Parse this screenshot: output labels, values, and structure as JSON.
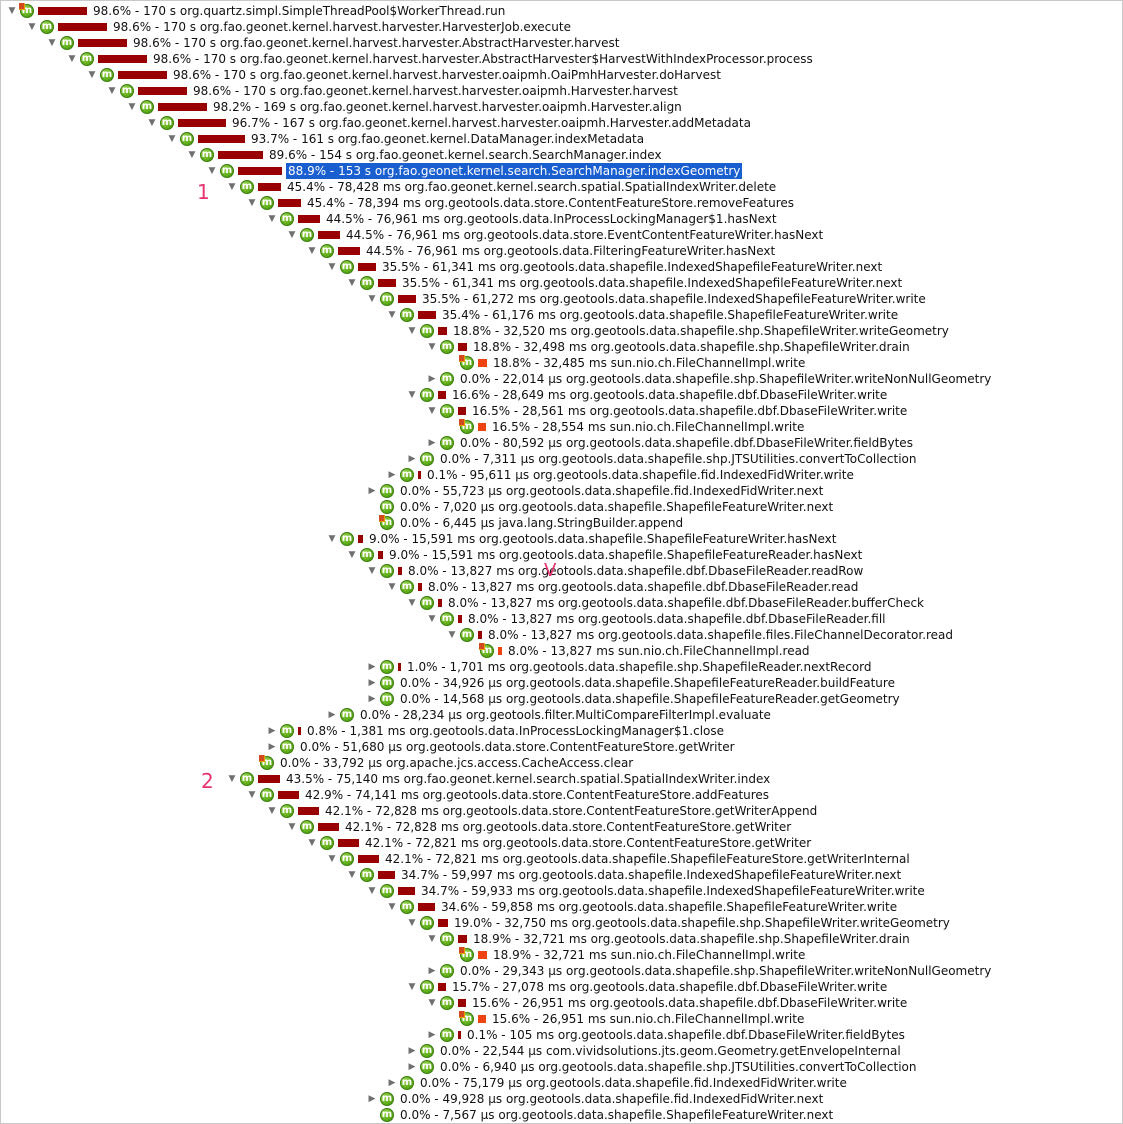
{
  "annotations": {
    "one": "1",
    "two": "2",
    "check": "V"
  },
  "icon": {
    "letter": "m",
    "name": "method-icon"
  },
  "colors": {
    "bar": "#990000",
    "leaf_bar": "#ee4411",
    "selection": "#1a5fd0",
    "annotation": "#e8336f"
  },
  "rows": [
    {
      "depth": 0,
      "toggle": "down",
      "pct": 98.6,
      "label": "98.6% - 170 s org.quartz.simpl.SimpleThreadPool$WorkerThread.run",
      "leaf": true
    },
    {
      "depth": 1,
      "toggle": "down",
      "pct": 98.6,
      "label": "98.6% - 170 s org.fao.geonet.kernel.harvest.harvester.HarvesterJob.execute"
    },
    {
      "depth": 2,
      "toggle": "down",
      "pct": 98.6,
      "label": "98.6% - 170 s org.fao.geonet.kernel.harvest.harvester.AbstractHarvester.harvest"
    },
    {
      "depth": 3,
      "toggle": "down",
      "pct": 98.6,
      "label": "98.6% - 170 s org.fao.geonet.kernel.harvest.harvester.AbstractHarvester$HarvestWithIndexProcessor.process"
    },
    {
      "depth": 4,
      "toggle": "down",
      "pct": 98.6,
      "label": "98.6% - 170 s org.fao.geonet.kernel.harvest.harvester.oaipmh.OaiPmhHarvester.doHarvest"
    },
    {
      "depth": 5,
      "toggle": "down",
      "pct": 98.6,
      "label": "98.6% - 170 s org.fao.geonet.kernel.harvest.harvester.oaipmh.Harvester.harvest"
    },
    {
      "depth": 6,
      "toggle": "down",
      "pct": 98.2,
      "label": "98.2% - 169 s org.fao.geonet.kernel.harvest.harvester.oaipmh.Harvester.align"
    },
    {
      "depth": 7,
      "toggle": "down",
      "pct": 96.7,
      "label": "96.7% - 167 s org.fao.geonet.kernel.harvest.harvester.oaipmh.Harvester.addMetadata"
    },
    {
      "depth": 8,
      "toggle": "down",
      "pct": 93.7,
      "label": "93.7% - 161 s org.fao.geonet.kernel.DataManager.indexMetadata"
    },
    {
      "depth": 9,
      "toggle": "down",
      "pct": 89.6,
      "label": "89.6% - 154 s org.fao.geonet.kernel.search.SearchManager.index"
    },
    {
      "depth": 10,
      "toggle": "down",
      "pct": 88.9,
      "label": "88.9% - 153 s org.fao.geonet.kernel.search.SearchManager.indexGeometry",
      "selected": true
    },
    {
      "depth": 11,
      "toggle": "down",
      "pct": 45.4,
      "label": "45.4% - 78,428 ms org.fao.geonet.kernel.search.spatial.SpatialIndexWriter.delete"
    },
    {
      "depth": 12,
      "toggle": "down",
      "pct": 45.4,
      "label": "45.4% - 78,394 ms org.geotools.data.store.ContentFeatureStore.removeFeatures"
    },
    {
      "depth": 13,
      "toggle": "down",
      "pct": 44.5,
      "label": "44.5% - 76,961 ms org.geotools.data.InProcessLockingManager$1.hasNext"
    },
    {
      "depth": 14,
      "toggle": "down",
      "pct": 44.5,
      "label": "44.5% - 76,961 ms org.geotools.data.store.EventContentFeatureWriter.hasNext"
    },
    {
      "depth": 15,
      "toggle": "down",
      "pct": 44.5,
      "label": "44.5% - 76,961 ms org.geotools.data.FilteringFeatureWriter.hasNext"
    },
    {
      "depth": 16,
      "toggle": "down",
      "pct": 35.5,
      "label": "35.5% - 61,341 ms org.geotools.data.shapefile.IndexedShapefileFeatureWriter.next"
    },
    {
      "depth": 17,
      "toggle": "down",
      "pct": 35.5,
      "label": "35.5% - 61,341 ms org.geotools.data.shapefile.IndexedShapefileFeatureWriter.next"
    },
    {
      "depth": 18,
      "toggle": "down",
      "pct": 35.5,
      "label": "35.5% - 61,272 ms org.geotools.data.shapefile.IndexedShapefileFeatureWriter.write"
    },
    {
      "depth": 19,
      "toggle": "down",
      "pct": 35.4,
      "label": "35.4% - 61,176 ms org.geotools.data.shapefile.ShapefileFeatureWriter.write"
    },
    {
      "depth": 20,
      "toggle": "down",
      "pct": 18.8,
      "label": "18.8% - 32,520 ms org.geotools.data.shapefile.shp.ShapefileWriter.writeGeometry"
    },
    {
      "depth": 21,
      "toggle": "down",
      "pct": 18.8,
      "label": "18.8% - 32,498 ms org.geotools.data.shapefile.shp.ShapefileWriter.drain"
    },
    {
      "depth": 22,
      "toggle": "none",
      "pct": 18.8,
      "label": "18.8% - 32,485 ms sun.nio.ch.FileChannelImpl.write",
      "leaf": true
    },
    {
      "depth": 21,
      "toggle": "right",
      "pct": 0,
      "label": "0.0% - 22,014 µs org.geotools.data.shapefile.shp.ShapefileWriter.writeNonNullGeometry"
    },
    {
      "depth": 20,
      "toggle": "down",
      "pct": 16.6,
      "label": "16.6% - 28,649 ms org.geotools.data.shapefile.dbf.DbaseFileWriter.write"
    },
    {
      "depth": 21,
      "toggle": "down",
      "pct": 16.5,
      "label": "16.5% - 28,561 ms org.geotools.data.shapefile.dbf.DbaseFileWriter.write"
    },
    {
      "depth": 22,
      "toggle": "none",
      "pct": 16.5,
      "label": "16.5% - 28,554 ms sun.nio.ch.FileChannelImpl.write",
      "leaf": true
    },
    {
      "depth": 21,
      "toggle": "right",
      "pct": 0,
      "label": "0.0% - 80,592 µs org.geotools.data.shapefile.dbf.DbaseFileWriter.fieldBytes"
    },
    {
      "depth": 20,
      "toggle": "right",
      "pct": 0,
      "label": "0.0% - 7,311 µs org.geotools.data.shapefile.shp.JTSUtilities.convertToCollection"
    },
    {
      "depth": 19,
      "toggle": "right",
      "pct": 0.1,
      "label": "0.1% - 95,611 µs org.geotools.data.shapefile.fid.IndexedFidWriter.write"
    },
    {
      "depth": 18,
      "toggle": "right",
      "pct": 0,
      "label": "0.0% - 55,723 µs org.geotools.data.shapefile.fid.IndexedFidWriter.next"
    },
    {
      "depth": 18,
      "toggle": "none",
      "pct": 0,
      "label": "0.0% - 7,020 µs org.geotools.data.shapefile.ShapefileFeatureWriter.next"
    },
    {
      "depth": 18,
      "toggle": "none",
      "pct": 0,
      "label": "0.0% - 6,445 µs java.lang.StringBuilder.append",
      "leaf": true
    },
    {
      "depth": 16,
      "toggle": "down",
      "pct": 9.0,
      "label": "9.0% - 15,591 ms org.geotools.data.shapefile.ShapefileFeatureWriter.hasNext"
    },
    {
      "depth": 17,
      "toggle": "down",
      "pct": 9.0,
      "label": "9.0% - 15,591 ms org.geotools.data.shapefile.ShapefileFeatureReader.hasNext"
    },
    {
      "depth": 18,
      "toggle": "down",
      "pct": 8.0,
      "label": "8.0% - 13,827 ms org.geotools.data.shapefile.dbf.DbaseFileReader.readRow"
    },
    {
      "depth": 19,
      "toggle": "down",
      "pct": 8.0,
      "label": "8.0% - 13,827 ms org.geotools.data.shapefile.dbf.DbaseFileReader.read"
    },
    {
      "depth": 20,
      "toggle": "down",
      "pct": 8.0,
      "label": "8.0% - 13,827 ms org.geotools.data.shapefile.dbf.DbaseFileReader.bufferCheck"
    },
    {
      "depth": 21,
      "toggle": "down",
      "pct": 8.0,
      "label": "8.0% - 13,827 ms org.geotools.data.shapefile.dbf.DbaseFileReader.fill"
    },
    {
      "depth": 22,
      "toggle": "down",
      "pct": 8.0,
      "label": "8.0% - 13,827 ms org.geotools.data.shapefile.files.FileChannelDecorator.read"
    },
    {
      "depth": 23,
      "toggle": "none",
      "pct": 8.0,
      "label": "8.0% - 13,827 ms sun.nio.ch.FileChannelImpl.read",
      "leaf": true
    },
    {
      "depth": 18,
      "toggle": "right",
      "pct": 1.0,
      "label": "1.0% - 1,701 ms org.geotools.data.shapefile.shp.ShapefileReader.nextRecord"
    },
    {
      "depth": 18,
      "toggle": "right",
      "pct": 0,
      "label": "0.0% - 34,926 µs org.geotools.data.shapefile.ShapefileFeatureReader.buildFeature"
    },
    {
      "depth": 18,
      "toggle": "right",
      "pct": 0,
      "label": "0.0% - 14,568 µs org.geotools.data.shapefile.ShapefileFeatureReader.getGeometry"
    },
    {
      "depth": 16,
      "toggle": "right",
      "pct": 0,
      "label": "0.0% - 28,234 µs org.geotools.filter.MultiCompareFilterImpl.evaluate"
    },
    {
      "depth": 13,
      "toggle": "right",
      "pct": 0.8,
      "label": "0.8% - 1,381 ms org.geotools.data.InProcessLockingManager$1.close"
    },
    {
      "depth": 13,
      "toggle": "right",
      "pct": 0,
      "label": "0.0% - 51,680 µs org.geotools.data.store.ContentFeatureStore.getWriter"
    },
    {
      "depth": 12,
      "toggle": "none",
      "pct": 0,
      "label": "0.0% - 33,792 µs org.apache.jcs.access.CacheAccess.clear",
      "leaf": true
    },
    {
      "depth": 11,
      "toggle": "down",
      "pct": 43.5,
      "label": "43.5% - 75,140 ms org.fao.geonet.kernel.search.spatial.SpatialIndexWriter.index"
    },
    {
      "depth": 12,
      "toggle": "down",
      "pct": 42.9,
      "label": "42.9% - 74,141 ms org.geotools.data.store.ContentFeatureStore.addFeatures"
    },
    {
      "depth": 13,
      "toggle": "down",
      "pct": 42.1,
      "label": "42.1% - 72,828 ms org.geotools.data.store.ContentFeatureStore.getWriterAppend"
    },
    {
      "depth": 14,
      "toggle": "down",
      "pct": 42.1,
      "label": "42.1% - 72,828 ms org.geotools.data.store.ContentFeatureStore.getWriter"
    },
    {
      "depth": 15,
      "toggle": "down",
      "pct": 42.1,
      "label": "42.1% - 72,821 ms org.geotools.data.store.ContentFeatureStore.getWriter"
    },
    {
      "depth": 16,
      "toggle": "down",
      "pct": 42.1,
      "label": "42.1% - 72,821 ms org.geotools.data.shapefile.ShapefileFeatureStore.getWriterInternal"
    },
    {
      "depth": 17,
      "toggle": "down",
      "pct": 34.7,
      "label": "34.7% - 59,997 ms org.geotools.data.shapefile.IndexedShapefileFeatureWriter.next"
    },
    {
      "depth": 18,
      "toggle": "down",
      "pct": 34.7,
      "label": "34.7% - 59,933 ms org.geotools.data.shapefile.IndexedShapefileFeatureWriter.write"
    },
    {
      "depth": 19,
      "toggle": "down",
      "pct": 34.6,
      "label": "34.6% - 59,858 ms org.geotools.data.shapefile.ShapefileFeatureWriter.write"
    },
    {
      "depth": 20,
      "toggle": "down",
      "pct": 19.0,
      "label": "19.0% - 32,750 ms org.geotools.data.shapefile.shp.ShapefileWriter.writeGeometry"
    },
    {
      "depth": 21,
      "toggle": "down",
      "pct": 18.9,
      "label": "18.9% - 32,721 ms org.geotools.data.shapefile.shp.ShapefileWriter.drain"
    },
    {
      "depth": 22,
      "toggle": "none",
      "pct": 18.9,
      "label": "18.9% - 32,721 ms sun.nio.ch.FileChannelImpl.write",
      "leaf": true
    },
    {
      "depth": 21,
      "toggle": "right",
      "pct": 0,
      "label": "0.0% - 29,343 µs org.geotools.data.shapefile.shp.ShapefileWriter.writeNonNullGeometry"
    },
    {
      "depth": 20,
      "toggle": "down",
      "pct": 15.7,
      "label": "15.7% - 27,078 ms org.geotools.data.shapefile.dbf.DbaseFileWriter.write"
    },
    {
      "depth": 21,
      "toggle": "down",
      "pct": 15.6,
      "label": "15.6% - 26,951 ms org.geotools.data.shapefile.dbf.DbaseFileWriter.write"
    },
    {
      "depth": 22,
      "toggle": "none",
      "pct": 15.6,
      "label": "15.6% - 26,951 ms sun.nio.ch.FileChannelImpl.write",
      "leaf": true
    },
    {
      "depth": 21,
      "toggle": "right",
      "pct": 0.1,
      "label": "0.1% - 105 ms org.geotools.data.shapefile.dbf.DbaseFileWriter.fieldBytes"
    },
    {
      "depth": 20,
      "toggle": "right",
      "pct": 0,
      "label": "0.0% - 22,544 µs com.vividsolutions.jts.geom.Geometry.getEnvelopeInternal"
    },
    {
      "depth": 20,
      "toggle": "right",
      "pct": 0,
      "label": "0.0% - 6,940 µs org.geotools.data.shapefile.shp.JTSUtilities.convertToCollection"
    },
    {
      "depth": 19,
      "toggle": "right",
      "pct": 0,
      "label": "0.0% - 75,179 µs org.geotools.data.shapefile.fid.IndexedFidWriter.write"
    },
    {
      "depth": 18,
      "toggle": "right",
      "pct": 0,
      "label": "0.0% - 49,928 µs org.geotools.data.shapefile.fid.IndexedFidWriter.next"
    },
    {
      "depth": 18,
      "toggle": "none",
      "pct": 0,
      "label": "0.0% - 7,567 µs org.geotools.data.shapefile.ShapefileFeatureWriter.next"
    }
  ]
}
